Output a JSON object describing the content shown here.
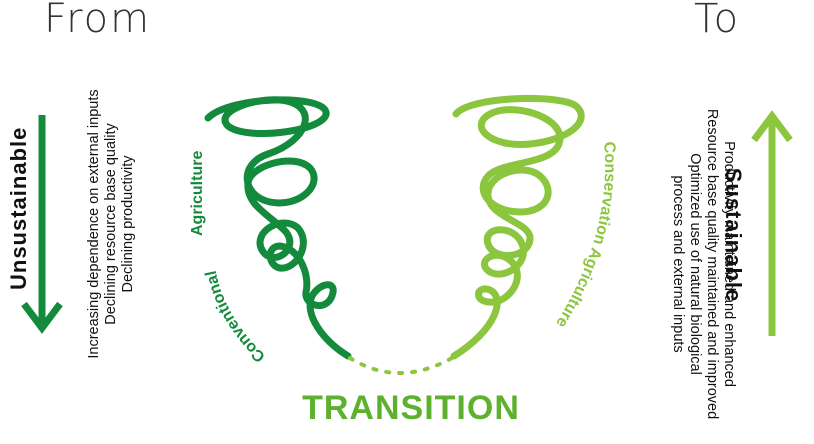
{
  "headings": {
    "from": "From",
    "to": "To"
  },
  "left": {
    "state_label": "Unsustainable",
    "items": [
      "Increasing dependence on external inputs",
      "Declining resource base quality",
      "Declining productivity"
    ]
  },
  "right": {
    "state_label": "Sustainable",
    "items": [
      "Productivity maintained and enhanced",
      "Resource base quality maintained and improved",
      "Optimized use of natural biological",
      "process and external inputs"
    ]
  },
  "spirals": {
    "left_label_line1": "Agriculture",
    "left_label_line2": "Conventional",
    "right_label": "Conservation Agriculture"
  },
  "transition_label": "TRANSITION",
  "colors": {
    "dark_green": "#138a3c",
    "light_green": "#8cc63f",
    "transition_green": "#5db12f",
    "text": "#111111"
  }
}
